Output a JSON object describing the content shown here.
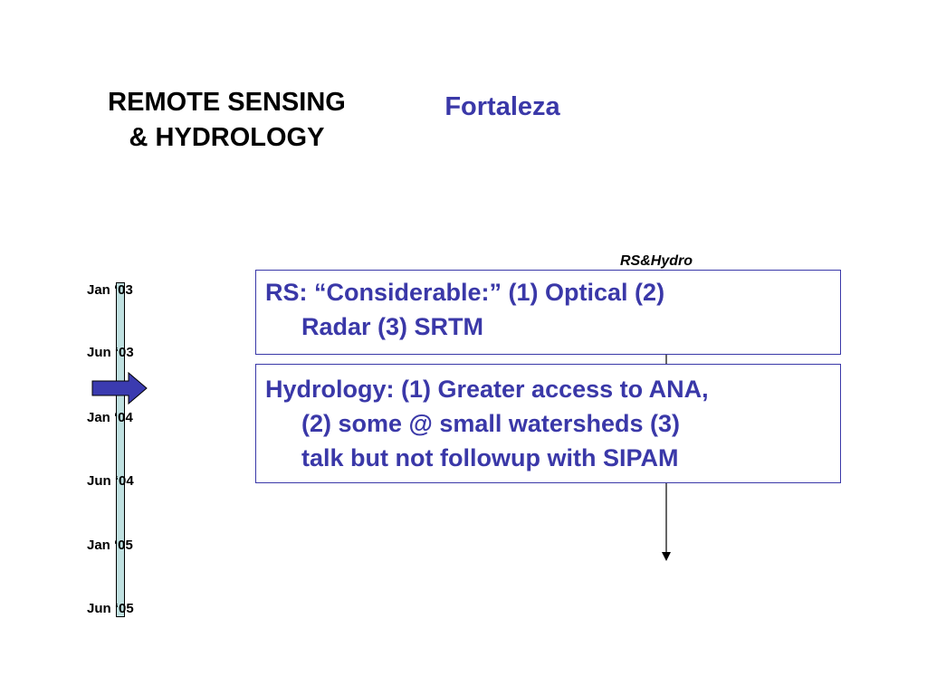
{
  "title": {
    "line1": "REMOTE SENSING",
    "line2": "& HYDROLOGY"
  },
  "subtitle": "Fortaleza",
  "timeline": {
    "ticks": [
      "Jan ‘03",
      "Jun ‘03",
      "Jan ‘04",
      "Jun ‘04",
      "Jan ‘05",
      "Jun ‘05"
    ]
  },
  "rs_label": "RS&Hydro",
  "boxes": {
    "rs": {
      "line1": "RS: “Considerable:” (1) Optical (2)",
      "line2": "Radar (3) SRTM"
    },
    "hydrology": {
      "line1": "Hydrology: (1) Greater access to ANA,",
      "line2": "(2) some @ small watersheds  (3)",
      "line3": "talk but not followup with SIPAM"
    }
  },
  "colors": {
    "accent": "#3a38a8",
    "timeline_fill": "#bfe0e0",
    "arrow_fill": "#3b3bb0"
  }
}
